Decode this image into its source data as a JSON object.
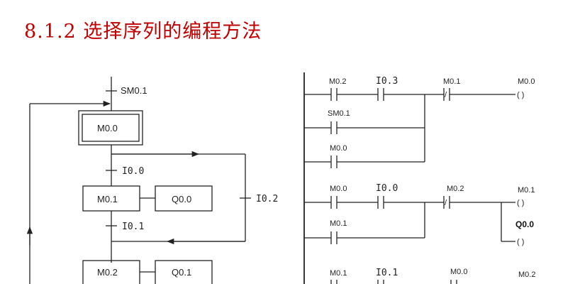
{
  "title": "8.1.2 选择序列的编程方法",
  "sfc": {
    "initial_condition": "SM0.1",
    "initial_step": "M0.0",
    "branch1_transition": "I0.0",
    "step1": "M0.1",
    "action1": "Q0.0",
    "step1_exit": "I0.1",
    "branch2_transition": "I0.2",
    "step2": "M0.2",
    "action2": "Q0.1"
  },
  "ladder": {
    "rung1": {
      "c1": "M0.2",
      "c2": "I0.3",
      "nc": "M0.1",
      "coil": "M0.0",
      "p1": "SM0.1",
      "p2": "M0.0"
    },
    "rung2": {
      "c1": "M0.0",
      "c2": "I0.0",
      "nc": "M0.2",
      "coil1": "M0.1",
      "coil2": "Q0.0",
      "p1": "M0.1"
    },
    "rung3": {
      "c1": "M0.1",
      "c2": "I0.1",
      "nc": "M0.0",
      "coil": "M0.2"
    },
    "nc_mark": "/",
    "coil_symbol": "( )"
  }
}
